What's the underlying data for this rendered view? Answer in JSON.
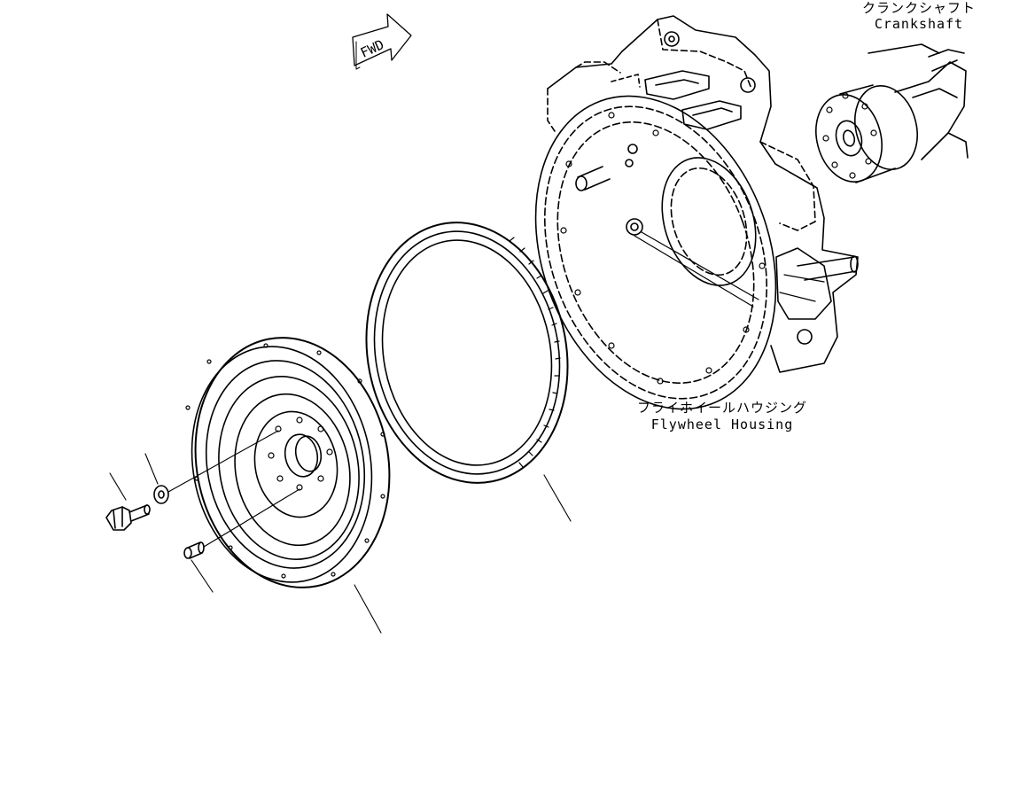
{
  "fwd_label": "FWD",
  "labels": {
    "crankshaft_jp": "クランクシャフト",
    "crankshaft_en": "Crankshaft",
    "flywheel_housing_jp": "フライホイールハウジング",
    "flywheel_housing_en": "Flywheel Housing"
  },
  "colors": {
    "line": "#000000",
    "background": "#ffffff"
  }
}
